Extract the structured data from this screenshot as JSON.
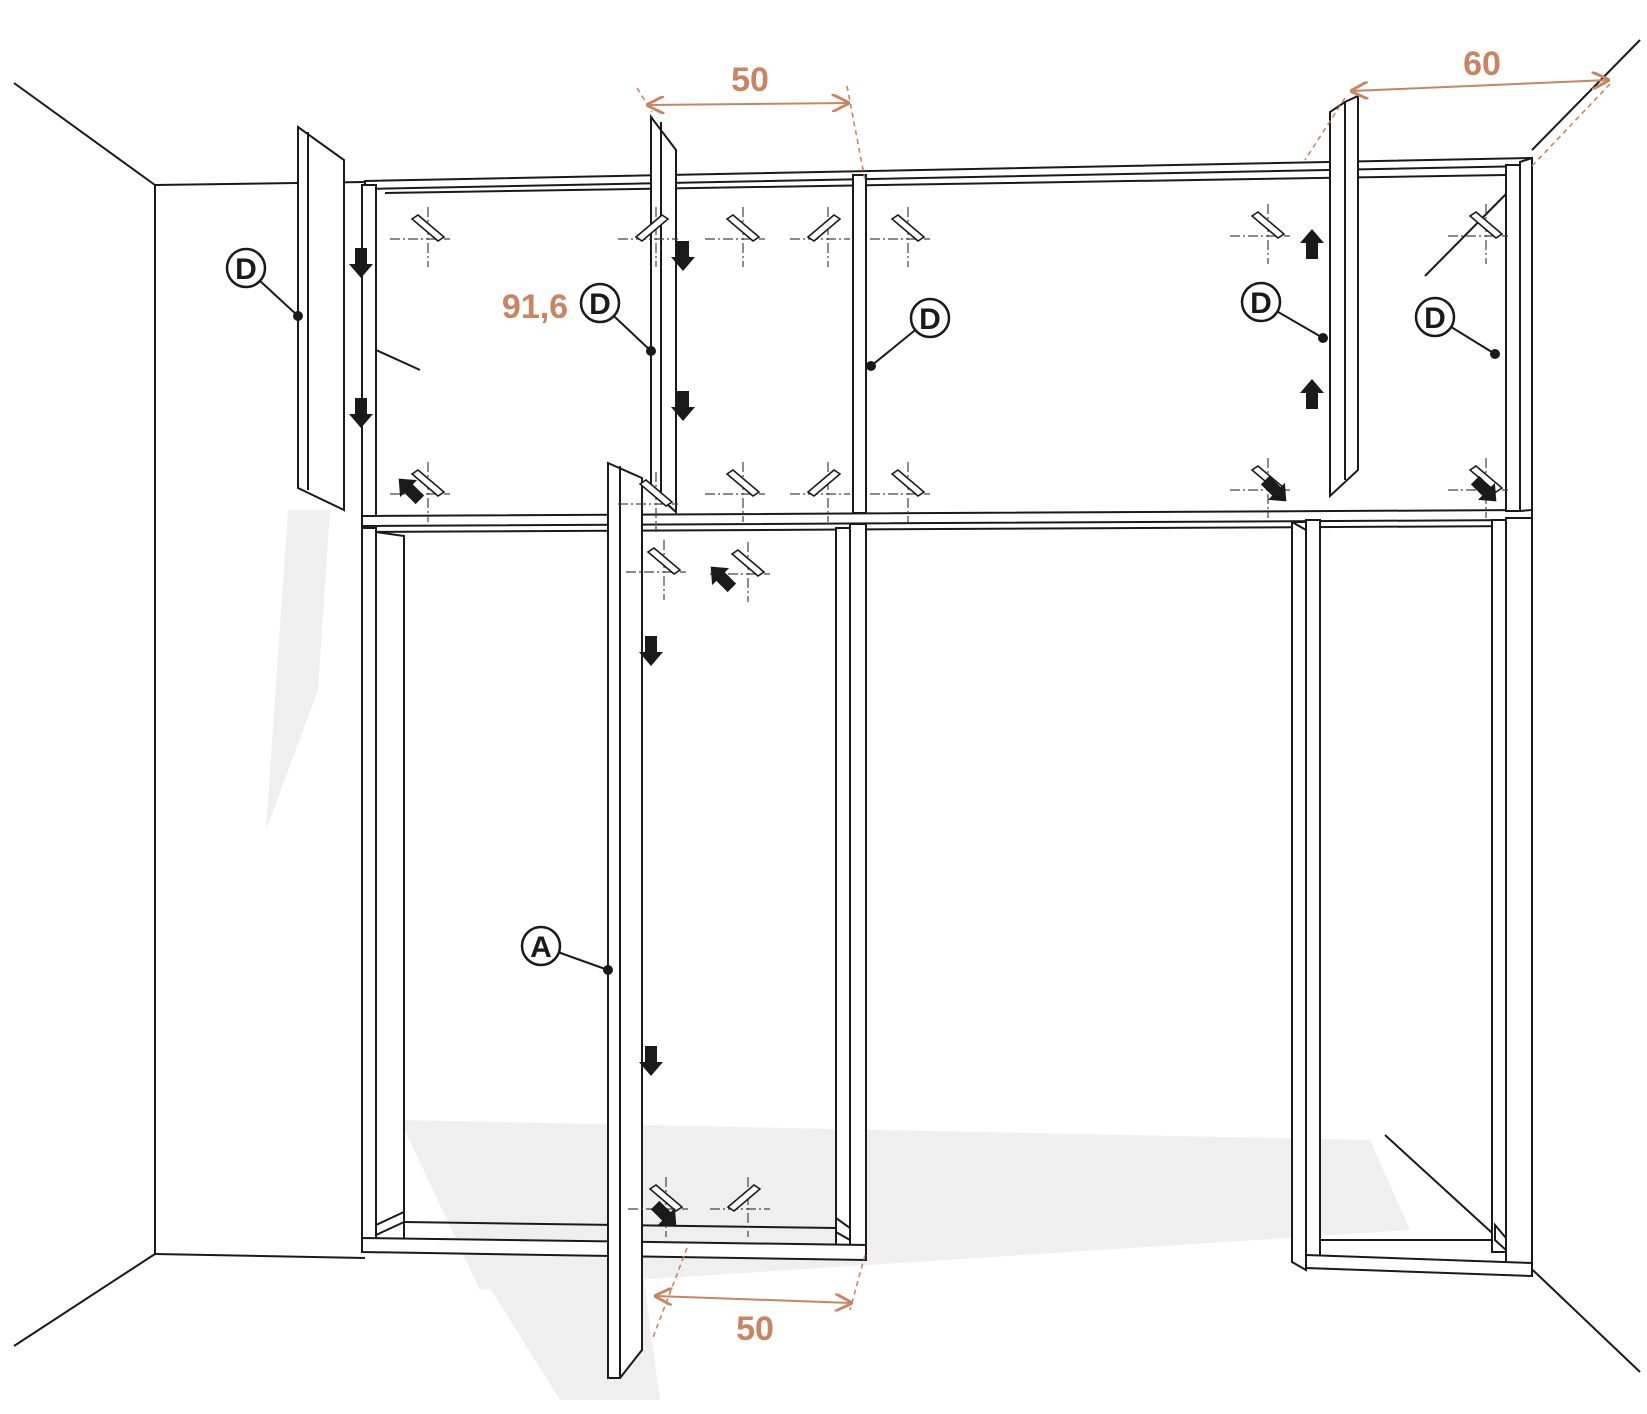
{
  "colors": {
    "line": "#1a1a1a",
    "dimension": "#c98462",
    "shadow": "#efefef",
    "background": "#ffffff"
  },
  "dimensions": {
    "top_width": "50",
    "right_depth": "60",
    "height": "91,6",
    "bottom_width": "50"
  },
  "callouts": [
    {
      "letter": "D"
    },
    {
      "letter": "D"
    },
    {
      "letter": "D"
    },
    {
      "letter": "D"
    },
    {
      "letter": "D"
    },
    {
      "letter": "A"
    }
  ],
  "icons": [
    "hinge-icon",
    "direction-arrow-icon"
  ]
}
